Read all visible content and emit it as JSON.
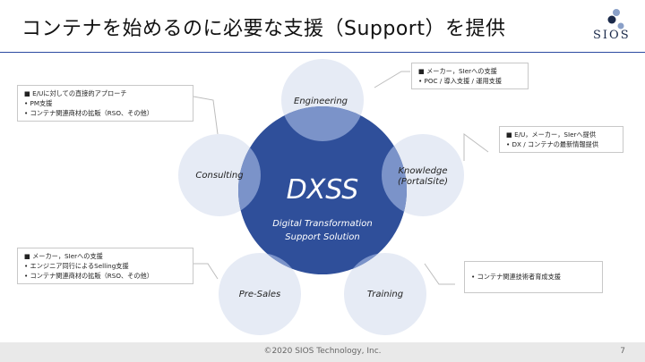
{
  "title": "コンテナを始めるのに必要な支援（Support）を提供",
  "logo": {
    "text": "SIOS"
  },
  "center": {
    "title": "DXSS",
    "subtitle_line1": "Digital Transformation",
    "subtitle_line2": "Support Solution"
  },
  "nodes": {
    "engineering": "Engineering",
    "knowledge_line1": "Knowledge",
    "knowledge_line2": "(PortalSite)",
    "consulting": "Consulting",
    "presales": "Pre-Sales",
    "training": "Training"
  },
  "boxes": {
    "engineering": [
      "■ メーカー，SIerへの支援",
      "• POC / 導入支援 / 運用支援"
    ],
    "consulting": [
      "■ E/Uに対しての直接的アプローチ",
      "• PM支援",
      "• コンテナ関連商材の拡販（RSO、その他）"
    ],
    "knowledge": [
      "■ E/U，メーカー，SIerへ提供",
      "• DX / コンテナの最新情報提供"
    ],
    "presales": [
      "■ メーカー，SIerへの支援",
      "• エンジニア同行によるSelling支援",
      "• コンテナ関連商材の拡販（RSO、その他）"
    ],
    "training": [
      "• コンテナ関連技術者育成支援"
    ]
  },
  "footer": {
    "copyright": "©2020 SIOS Technology, Inc.",
    "page": "7"
  },
  "colors": {
    "accent": "#2b4aa0",
    "center": "#2f4f9a",
    "overlap": "#7b93c9",
    "satellite": "#e6ebf5"
  }
}
